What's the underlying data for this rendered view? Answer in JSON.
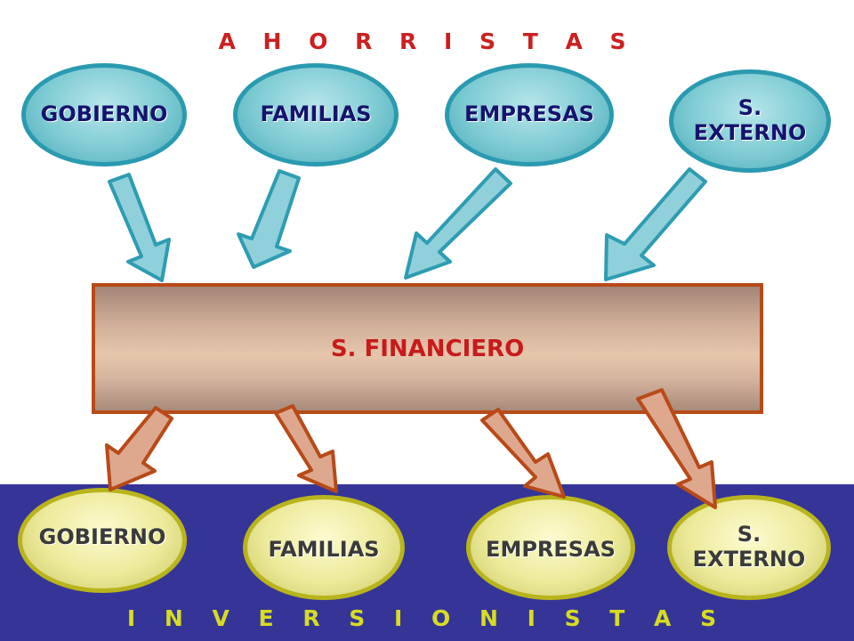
{
  "top_title": "A H O R R I S T A S",
  "bottom_title": "I N V E R S I O N I S T A S",
  "savers": [
    {
      "line1": "GOBIERNO",
      "line2": ""
    },
    {
      "line1": "FAMILIAS",
      "line2": ""
    },
    {
      "line1": "EMPRESAS",
      "line2": ""
    },
    {
      "line1": "S.",
      "line2": "EXTERNO"
    }
  ],
  "central": {
    "label": "S. FINANCIERO"
  },
  "investors": [
    {
      "line1": "GOBIERNO",
      "line2": ""
    },
    {
      "line1": "FAMILIAS",
      "line2": ""
    },
    {
      "line1": "EMPRESAS",
      "line2": ""
    },
    {
      "line1": "S.",
      "line2": "EXTERNO"
    }
  ],
  "colors": {
    "saver_fill": "#7fcbd3",
    "saver_border": "#2a9ab0",
    "saver_text": "#14146e",
    "investor_fill": "#ecea9a",
    "investor_border": "#b8b41c",
    "investor_text": "#3a3a3a",
    "central_border": "#b84a18",
    "central_text": "#c81a1a",
    "inflow_arrow_fill": "#8fd0da",
    "inflow_arrow_stroke": "#2e9cb2",
    "outflow_arrow_fill": "#dea88e",
    "outflow_arrow_stroke": "#b84a18",
    "bottom_band": "#353597",
    "top_title": "#cc2020",
    "bottom_title": "#d8dc20"
  }
}
